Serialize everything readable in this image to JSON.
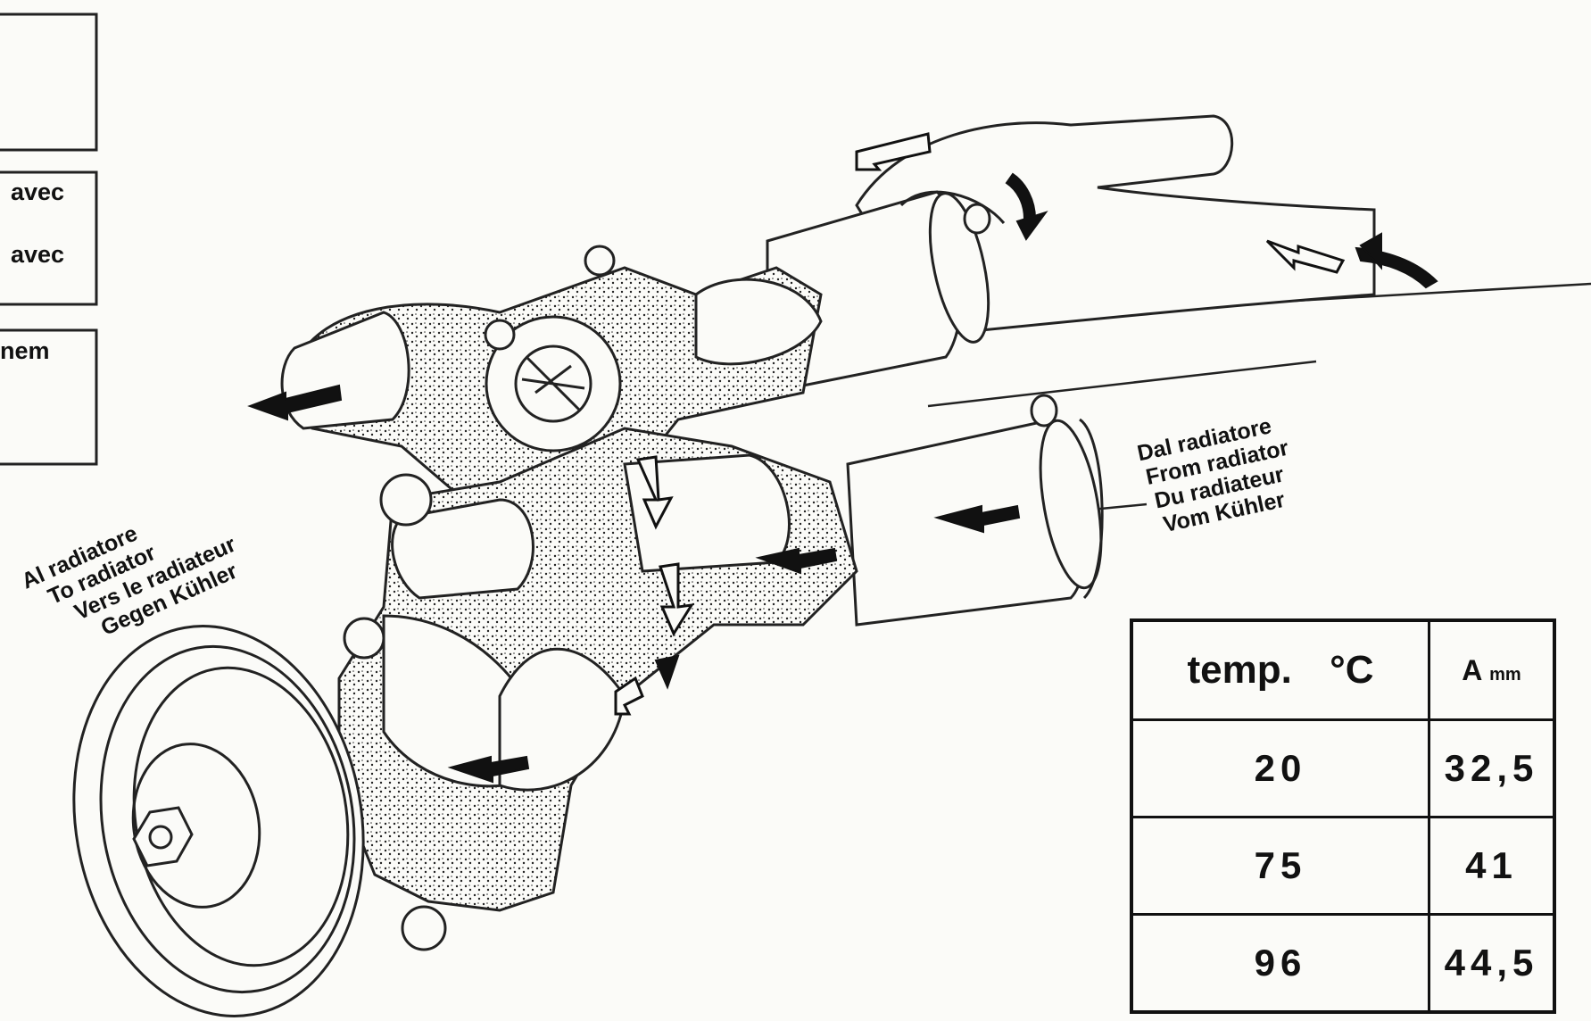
{
  "left_panels": {
    "fragment_1": "avec",
    "fragment_2": "avec",
    "fragment_3": "nem"
  },
  "to_radiator": [
    "Al radiatore",
    "To radiator",
    "Vers le radiateur",
    "Gegen Kühler"
  ],
  "from_radiator": [
    "Dal radiatore",
    "From radiator",
    "Du radiateur",
    "Vom Kühler"
  ],
  "table": {
    "header_temp": "temp.",
    "header_temp_unit": "°C",
    "header_a": "A",
    "header_a_unit": "mm",
    "rows": [
      {
        "temp": "20",
        "a": "32,5"
      },
      {
        "temp": "75",
        "a": "41"
      },
      {
        "temp": "96",
        "a": "44,5"
      }
    ]
  },
  "colors": {
    "ink": "#111111",
    "paper": "#fbfbf8"
  }
}
